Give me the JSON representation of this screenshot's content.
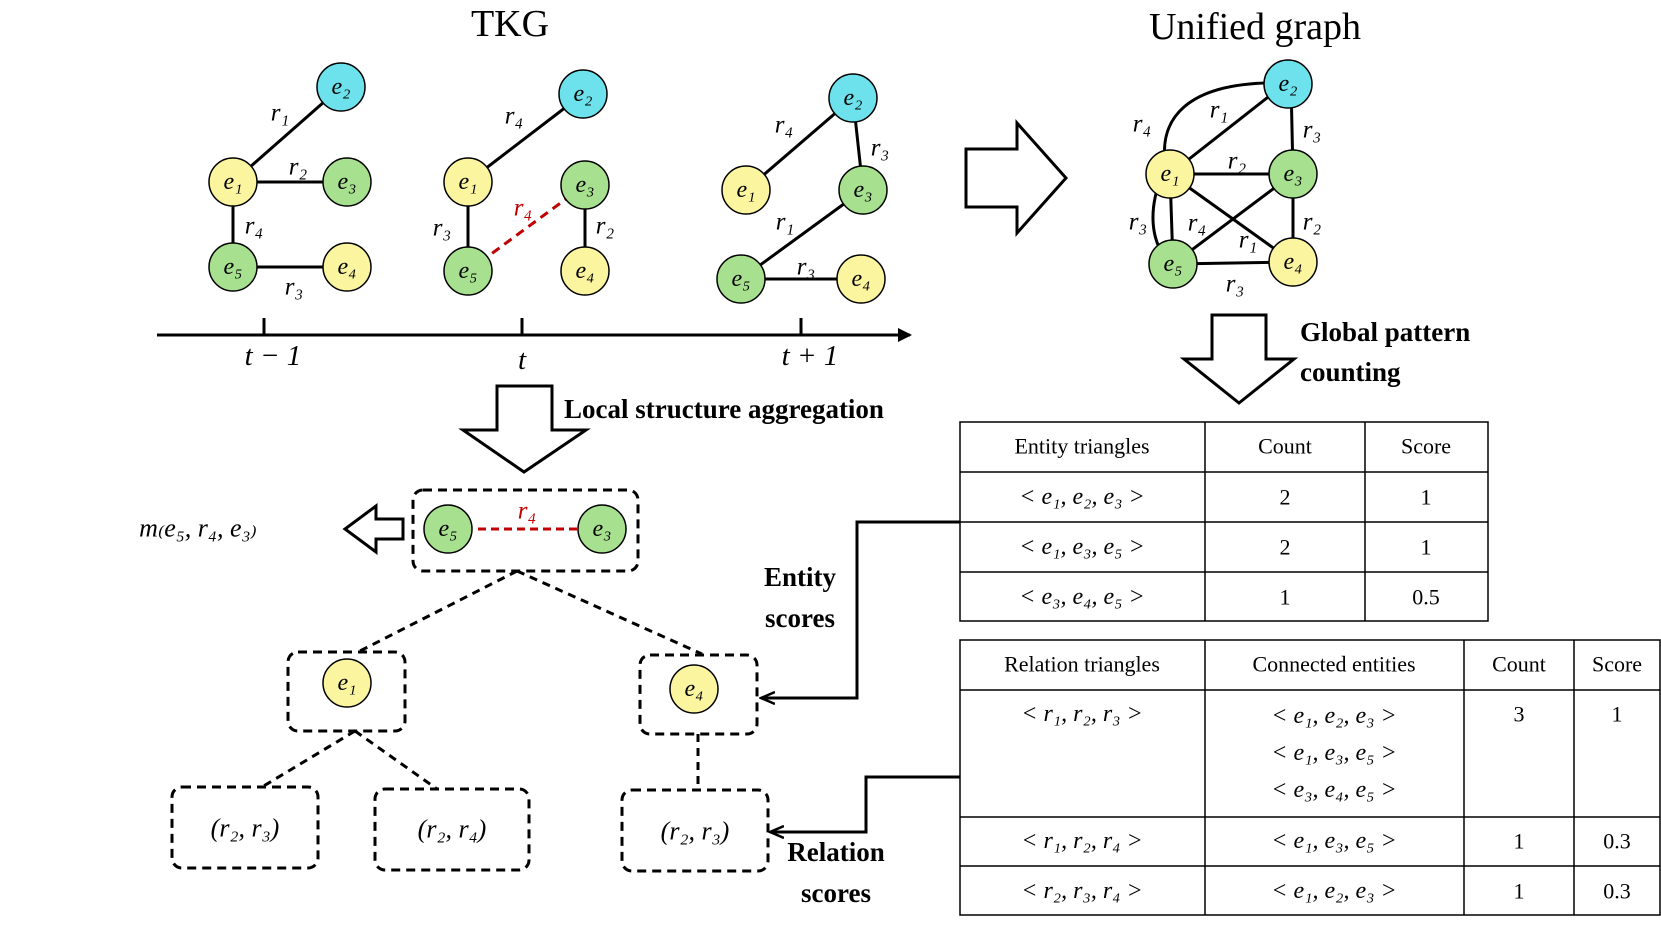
{
  "titles": {
    "tkg": "TKG",
    "unified": "Unified graph"
  },
  "labels": {
    "local": "Local structure aggregation",
    "global1": "Global pattern",
    "global2": "counting",
    "entity1": "Entity",
    "entity2": "scores",
    "relation1": "Relation",
    "relation2": "scores"
  },
  "timeline": {
    "ticks": [
      "t − 1",
      "t",
      "t + 1"
    ]
  },
  "entity_table": {
    "headers": [
      "Entity triangles",
      "Count",
      "Score"
    ],
    "rows": [
      [
        "< e₁, e₂, e₃ >",
        "2",
        "1"
      ],
      [
        "< e₁, e₃, e₅ >",
        "2",
        "1"
      ],
      [
        "< e₃, e₄, e₅ >",
        "1",
        "0.5"
      ]
    ]
  },
  "relation_table": {
    "headers": [
      "Relation triangles",
      "Connected entities",
      "Count",
      "Score"
    ],
    "rows": [
      {
        "tri": "< r₁, r₂, r₃ >",
        "ents": [
          "< e₁, e₂, e₃ >",
          "< e₁, e₃, e₅ >",
          "< e₃, e₄, e₅ >"
        ],
        "count": "3",
        "score": "1"
      },
      {
        "tri": "< r₁, r₂, r₄ >",
        "ents": [
          "< e₁, e₃, e₅ >"
        ],
        "count": "1",
        "score": "0.3"
      },
      {
        "tri": "< r₂, r₃, r₄ >",
        "ents": [
          "< e₁, e₂, e₃ >"
        ],
        "count": "1",
        "score": "0.3"
      }
    ]
  },
  "nodes": {
    "e1": "e₁",
    "e2": "e₂",
    "e3": "e₃",
    "e4": "e₄",
    "e5": "e₅"
  },
  "edges": {
    "r1": "r₁",
    "r2": "r₂",
    "r3": "r₃",
    "r4": "r₄"
  },
  "tree": {
    "message": "m₍e₅, r₄, e₃₎",
    "leaves": [
      "(r₂, r₃)",
      "(r₂, r₄)",
      "(r₂, r₃)"
    ]
  },
  "colors": {
    "yellow": "#fbf5a0",
    "green": "#a7e08f",
    "cyan": "#6ee2ec",
    "red": "#c00000"
  }
}
